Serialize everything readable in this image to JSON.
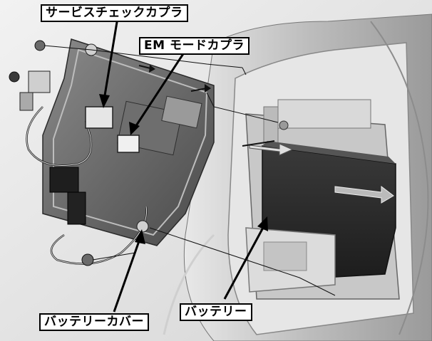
{
  "labels": {
    "service_check_coupler": "サービスチェックカプラ",
    "em_mode_coupler": "EM モードカプラ",
    "battery_cover": "バッテリーカバー",
    "battery": "バッテリー"
  }
}
